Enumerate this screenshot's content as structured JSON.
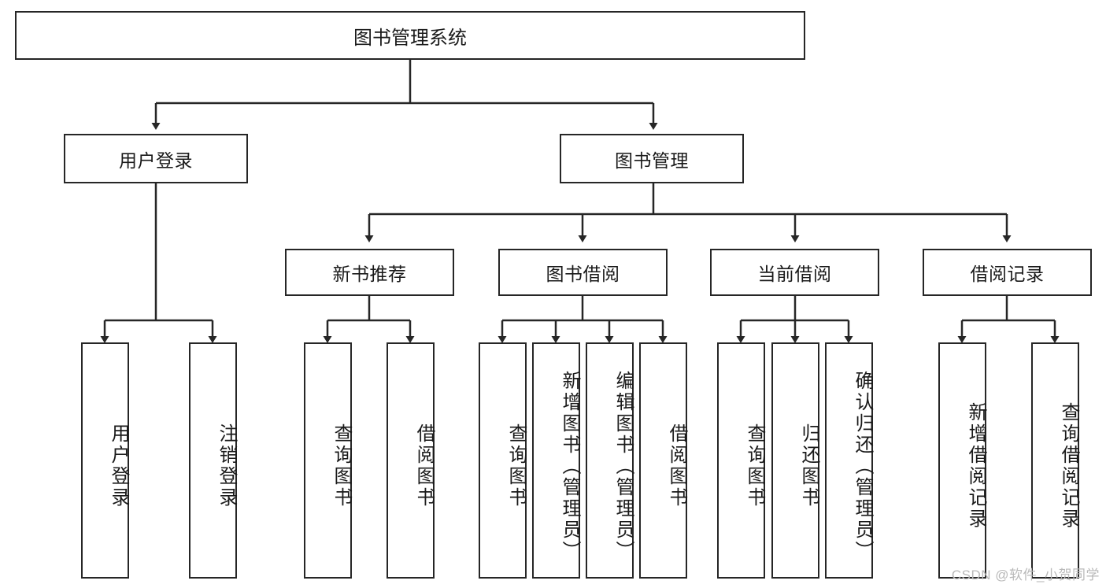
{
  "diagram": {
    "title": "图书管理系统",
    "type": "tree",
    "colors": {
      "stroke": "#262626",
      "fill": "#ffffff",
      "text": "#1a1a1a",
      "watermark": "#b9b9b9"
    },
    "root": {
      "id": "root",
      "label": "图书管理系统"
    },
    "level2": [
      {
        "id": "user-login",
        "label": "用户登录"
      },
      {
        "id": "book-manage",
        "label": "图书管理"
      }
    ],
    "level3": [
      {
        "id": "new-book-recommend",
        "label": "新书推荐",
        "parent": "book-manage"
      },
      {
        "id": "book-borrow",
        "label": "图书借阅",
        "parent": "book-manage"
      },
      {
        "id": "current-borrow",
        "label": "当前借阅",
        "parent": "book-manage"
      },
      {
        "id": "borrow-record",
        "label": "借阅记录",
        "parent": "book-manage"
      }
    ],
    "leaves": [
      {
        "id": "leaf-user-login",
        "label": "用户登录",
        "parent": "user-login"
      },
      {
        "id": "leaf-logout",
        "label": "注销登录",
        "parent": "user-login"
      },
      {
        "id": "leaf-query-book-1",
        "label": "查询图书",
        "parent": "new-book-recommend"
      },
      {
        "id": "leaf-borrow-book-1",
        "label": "借阅图书",
        "parent": "new-book-recommend"
      },
      {
        "id": "leaf-query-book-2",
        "label": "查询图书",
        "parent": "book-borrow"
      },
      {
        "id": "leaf-add-book",
        "label": "新增图书（管理员）",
        "parent": "book-borrow"
      },
      {
        "id": "leaf-edit-book",
        "label": "编辑图书（管理员）",
        "parent": "book-borrow"
      },
      {
        "id": "leaf-borrow-book-2",
        "label": "借阅图书",
        "parent": "book-borrow"
      },
      {
        "id": "leaf-query-book-3",
        "label": "查询图书",
        "parent": "current-borrow"
      },
      {
        "id": "leaf-return-book",
        "label": "归还图书",
        "parent": "current-borrow"
      },
      {
        "id": "leaf-confirm-return",
        "label": "确认归还（管理员）",
        "parent": "current-borrow"
      },
      {
        "id": "leaf-add-record",
        "label": "新增借阅记录",
        "parent": "borrow-record"
      },
      {
        "id": "leaf-query-record",
        "label": "查询借阅记录",
        "parent": "borrow-record"
      }
    ],
    "watermark": "CSDN @软件_小贺同学"
  }
}
